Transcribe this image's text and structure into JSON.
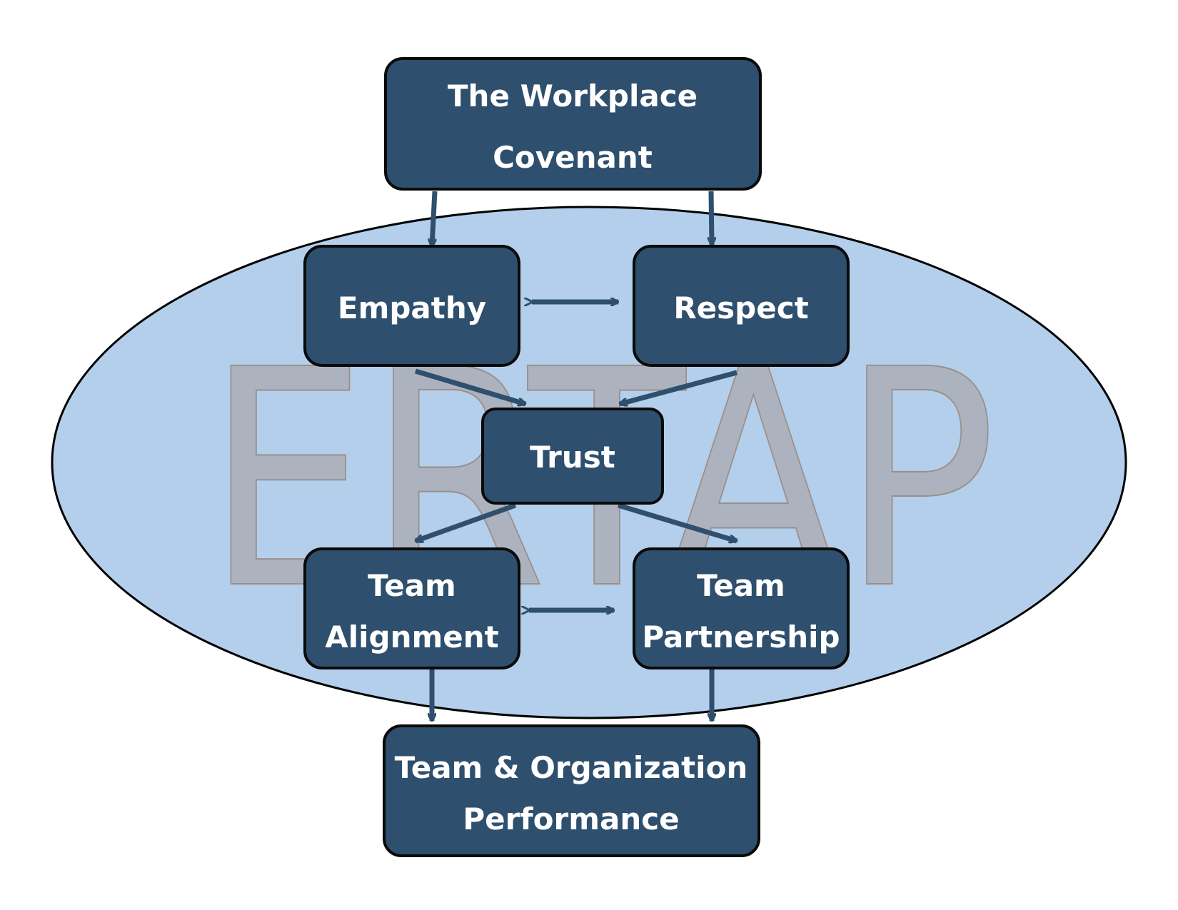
{
  "colors": {
    "background": "#ffffff",
    "ellipse_fill": "#b3cfec",
    "ellipse_stroke": "#000000",
    "node_fill": "#2e4f6d",
    "node_stroke": "#0a0a0a",
    "node_text": "#ffffff",
    "arrow": "#2e4f6d",
    "watermark_fill": "#adb2bf",
    "watermark_stroke": "#9a8f8a"
  },
  "watermark": {
    "text": "ERTAP"
  },
  "nodes": {
    "covenant": {
      "line1": "The Workplace",
      "line2": "Covenant"
    },
    "empathy": {
      "label": "Empathy"
    },
    "respect": {
      "label": "Respect"
    },
    "trust": {
      "label": "Trust"
    },
    "alignment": {
      "line1": "Team",
      "line2": "Alignment"
    },
    "partnership": {
      "line1": "Team",
      "line2": "Partnership"
    },
    "performance": {
      "line1": "Team & Organization",
      "line2": "Performance"
    }
  },
  "edges": [
    {
      "from": "covenant",
      "to": "empathy",
      "direction": "forward"
    },
    {
      "from": "covenant",
      "to": "respect",
      "direction": "forward"
    },
    {
      "from": "empathy",
      "to": "respect",
      "direction": "both"
    },
    {
      "from": "empathy",
      "to": "trust",
      "direction": "forward"
    },
    {
      "from": "respect",
      "to": "trust",
      "direction": "forward"
    },
    {
      "from": "trust",
      "to": "alignment",
      "direction": "forward"
    },
    {
      "from": "trust",
      "to": "partnership",
      "direction": "forward"
    },
    {
      "from": "alignment",
      "to": "partnership",
      "direction": "both"
    },
    {
      "from": "alignment",
      "to": "performance",
      "direction": "forward"
    },
    {
      "from": "partnership",
      "to": "performance",
      "direction": "forward"
    }
  ]
}
